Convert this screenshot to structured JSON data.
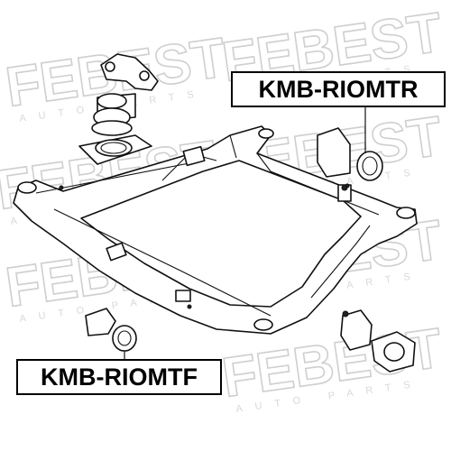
{
  "watermark": {
    "brand": "FEBEST",
    "sub": "AUTO PARTS",
    "color": "#cfcfcf"
  },
  "labels": {
    "rear_part_number": "KMB-RIOMTR",
    "front_part_number": "KMB-RIOMTF"
  },
  "colors": {
    "line": "#111111",
    "background": "#ffffff",
    "label_border": "#000000"
  }
}
